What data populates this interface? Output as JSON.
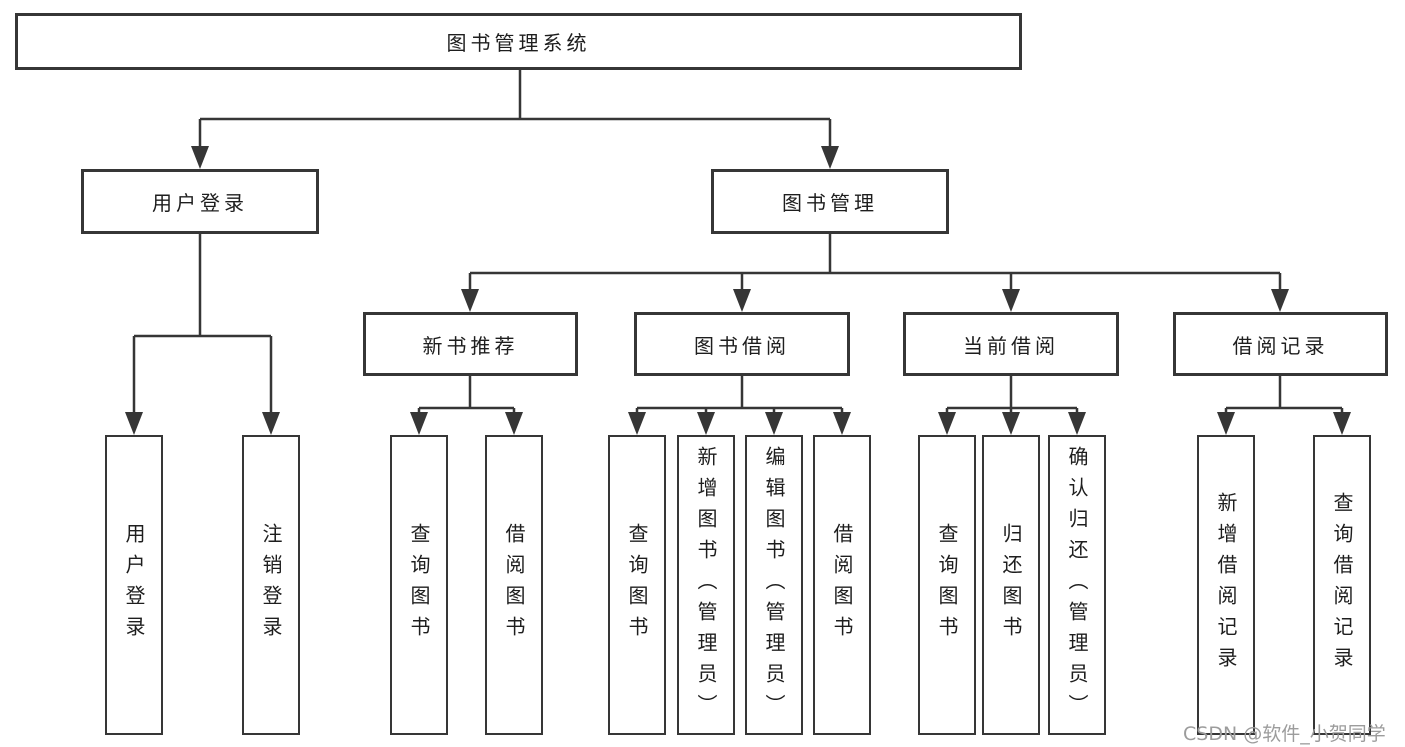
{
  "diagram": {
    "root_label": "图书管理系统",
    "level2": [
      {
        "label": "用户登录"
      },
      {
        "label": "图书管理"
      }
    ],
    "level3": [
      {
        "label": "新书推荐",
        "parent": "图书管理"
      },
      {
        "label": "图书借阅",
        "parent": "图书管理"
      },
      {
        "label": "当前借阅",
        "parent": "图书管理"
      },
      {
        "label": "借阅记录",
        "parent": "图书管理"
      }
    ],
    "leaves": [
      {
        "label": "用户登录",
        "parent": "用户登录"
      },
      {
        "label": "注销登录",
        "parent": "用户登录"
      },
      {
        "label": "查询图书",
        "parent": "新书推荐"
      },
      {
        "label": "借阅图书",
        "parent": "新书推荐"
      },
      {
        "label": "查询图书",
        "parent": "图书借阅"
      },
      {
        "label": "新增图书（管理员）",
        "parent": "图书借阅"
      },
      {
        "label": "编辑图书（管理员）",
        "parent": "图书借阅"
      },
      {
        "label": "借阅图书",
        "parent": "图书借阅"
      },
      {
        "label": "查询图书",
        "parent": "当前借阅"
      },
      {
        "label": "归还图书",
        "parent": "当前借阅"
      },
      {
        "label": "确认归还（管理员）",
        "parent": "当前借阅"
      },
      {
        "label": "新增借阅记录",
        "parent": "借阅记录"
      },
      {
        "label": "查询借阅记录",
        "parent": "借阅记录"
      }
    ],
    "watermark": "CSDN @软件_小贺同学",
    "colors": {
      "line": "#363636",
      "box_border": "#363636",
      "text": "#1e1e1e",
      "watermark": "#9c9c9c",
      "background": "#ffffff"
    }
  }
}
